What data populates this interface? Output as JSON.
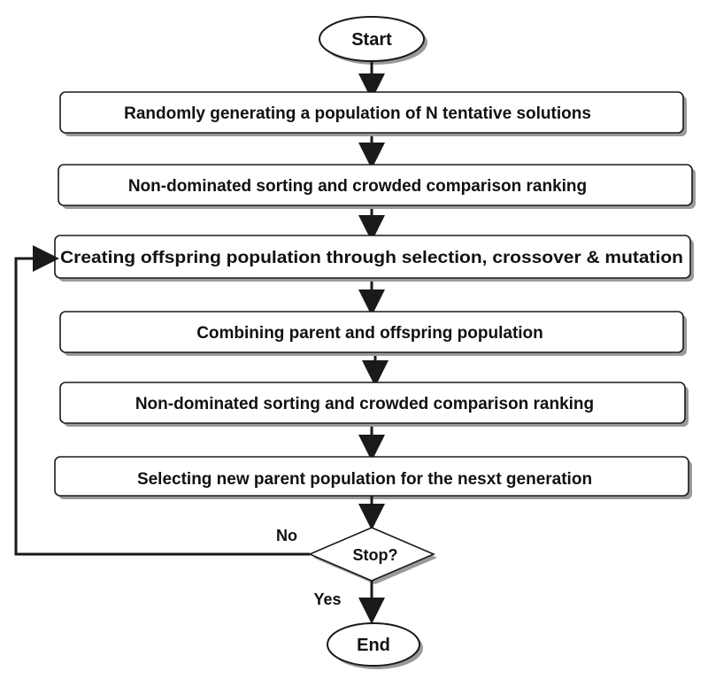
{
  "flowchart": {
    "start": "Start",
    "end": "End",
    "decision": "Stop?",
    "no_label": "No",
    "yes_label": "Yes",
    "steps": [
      "Randomly generating a population of N tentative solutions",
      "Non-dominated sorting and crowded comparison ranking",
      "Creating offspring population through selection, crossover & mutation",
      "Combining parent and offspring population",
      "Non-dominated sorting and crowded comparison ranking",
      "Selecting new parent population for the nesxt generation"
    ]
  },
  "colors": {
    "stroke": "#1a1a1a",
    "shadow": "#9a9a9a",
    "background": "#ffffff"
  }
}
